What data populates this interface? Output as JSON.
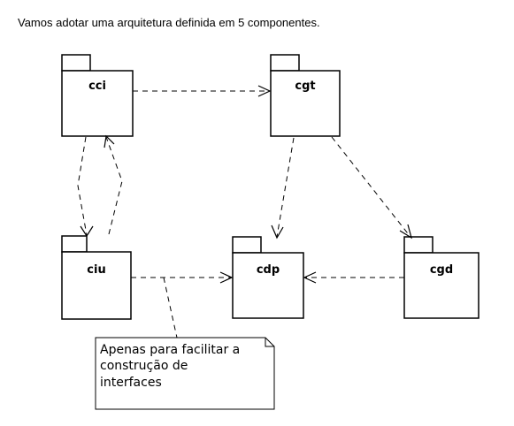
{
  "caption": "Vamos adotar uma arquitetura definida em 5 componentes.",
  "packages": {
    "cci": "cci",
    "cgt": "cgt",
    "ciu": "ciu",
    "cdp": "cdp",
    "cgd": "cgd"
  },
  "note": {
    "line1": "Apenas para facilitar a",
    "line2": "construção de",
    "line3": "interfaces"
  }
}
